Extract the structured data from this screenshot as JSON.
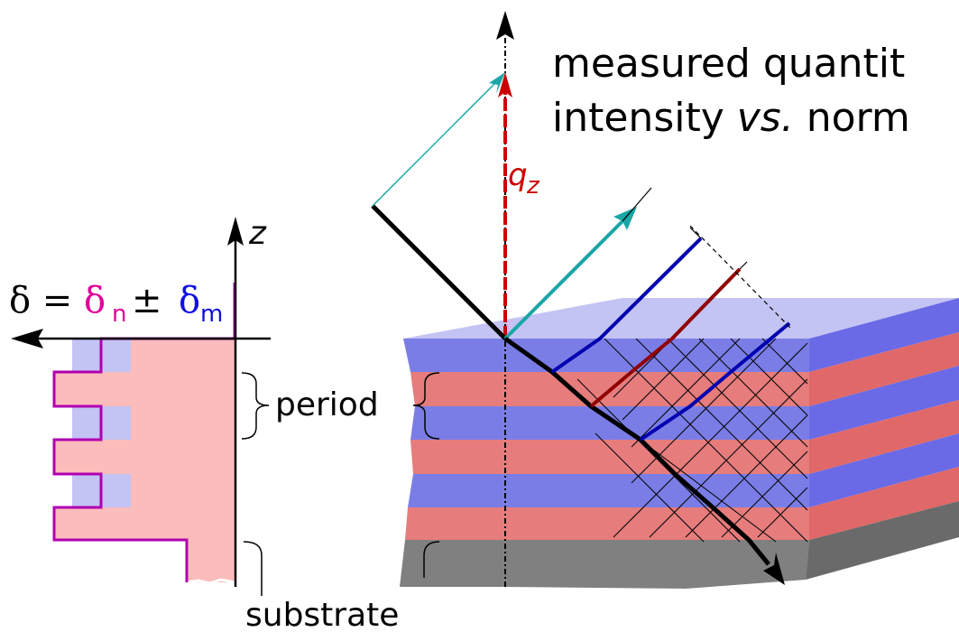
{
  "title_lines": [
    "measured quantit",
    "intensity ",
    "vs.",
    " norm"
  ],
  "labels": {
    "qz": "q",
    "qz_sub": "z",
    "z_axis": "z",
    "delta": "δ",
    "equals": " = ",
    "delta_n": "δ",
    "n_sub": "n",
    "pm": " ± ",
    "delta_m": "δ",
    "m_sub": "m",
    "period": "period",
    "substrate": "substrate"
  },
  "colors": {
    "blue_layer": "#7b7de6",
    "blue_layer_light": "#c3c3f4",
    "red_layer": "#e67c7c",
    "red_layer_light": "#fbbcbc",
    "substrate": "#808080",
    "substrate_dark": "#6a6a6a",
    "side_blue": "#6a6ae6",
    "side_red": "#e06868",
    "profile_line": "#b000b0",
    "qz_red": "#cc0000",
    "teal": "#1aa6a6",
    "wave_blue": "#0000b0",
    "wave_red": "#900000",
    "magenta_text": "#e0009a",
    "blue_text": "#1010e0"
  }
}
